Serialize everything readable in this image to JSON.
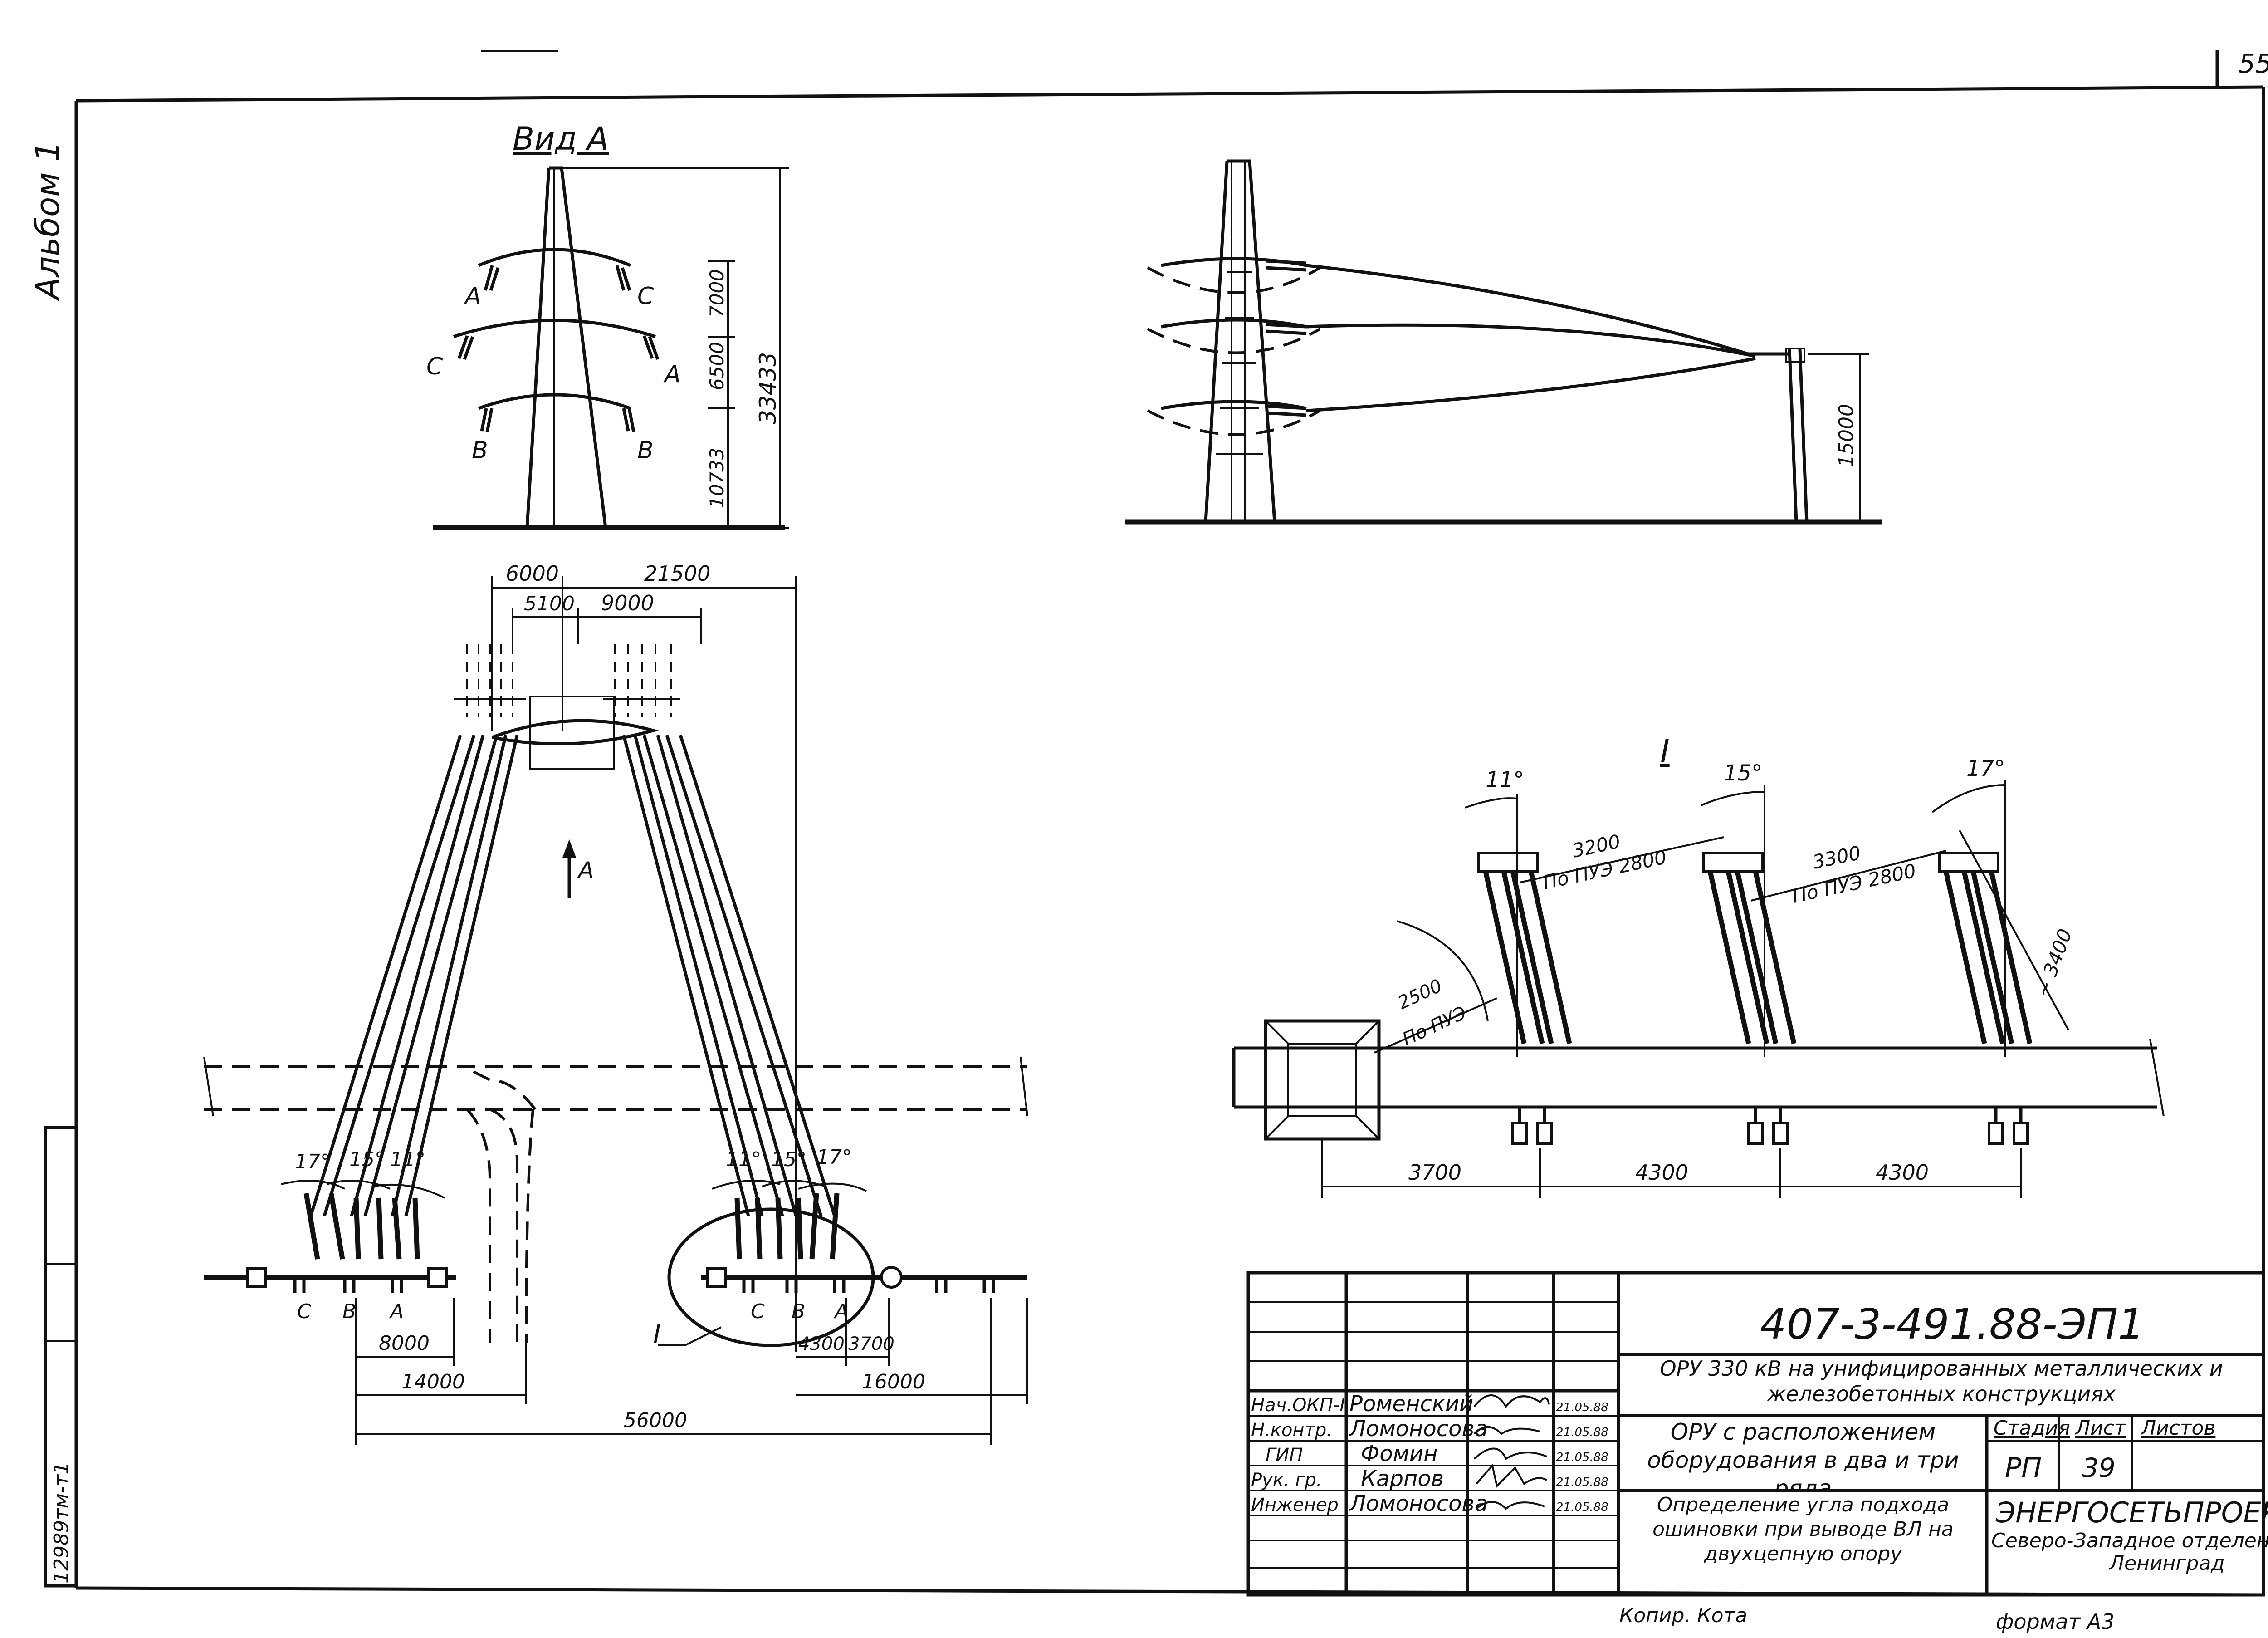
{
  "sheet": {
    "page_number": "55",
    "album_label": "Альбом 1",
    "inventory_no": "12989тм-т1",
    "copy_label": "Копир. Кота",
    "format_label": "формат А3"
  },
  "view_a": {
    "title": "Вид А",
    "phase_labels": [
      "A",
      "C",
      "C",
      "A",
      "B",
      "B"
    ],
    "dims": [
      "7000",
      "6500",
      "10733",
      "33433"
    ]
  },
  "side_view": {
    "dims": [
      "15000"
    ]
  },
  "plan": {
    "dims_top": [
      "6000",
      "21500",
      "5100",
      "9000"
    ],
    "arrow_label": "А",
    "angles_left": [
      "17°",
      "15°",
      "11°"
    ],
    "angles_right": [
      "11°",
      "15°",
      "17°"
    ],
    "phases_left": [
      "С",
      "В",
      "А"
    ],
    "phases_right": [
      "С",
      "В",
      "А"
    ],
    "dims_bottom": [
      "8000",
      "14000",
      "56000",
      "4300",
      "3700",
      "16000"
    ],
    "callout": "I"
  },
  "detail_i": {
    "title": "I",
    "angles": [
      "11°",
      "15°",
      "17°"
    ],
    "dim_3200": "3200",
    "pue_2800_a": "По ПУЭ 2800",
    "dim_3300": "3300",
    "pue_2800_b": "По ПУЭ 2800",
    "dim_2500": "2500",
    "pue": "По ПУЭ",
    "dim_3400": "~ 3400",
    "dims_bottom": [
      "3700",
      "4300",
      "4300"
    ]
  },
  "title_block": {
    "doc_code": "407-3-491.88-ЭП1",
    "project_title": "ОРУ 330 кВ на унифицированных металлических и железобетонных конструкциях",
    "sheet_title": "ОРУ с расположением оборудования в два и три ряда",
    "drawing_title": "Определение угла подхода ошиновки при выводе ВЛ на двухцепную опору",
    "stage_header": "Стадия",
    "sheet_header": "Лист",
    "sheets_header": "Листов",
    "stage": "РП",
    "sheet_no": "39",
    "org_name": "ЭНЕРГОСЕТЬПРОЕКТ",
    "org_branch": "Северо-Западное отделение",
    "org_city": "Ленинград",
    "roles": [
      {
        "role": "Нач.ОКП-I",
        "name": "Роменский",
        "date": "21.05.88"
      },
      {
        "role": "Н.контр.",
        "name": "Ломоносова",
        "date": "21.05.88"
      },
      {
        "role": "ГИП",
        "name": "Фомин",
        "date": "21.05.88"
      },
      {
        "role": "Рук. гр.",
        "name": "Карпов",
        "date": "21.05.88"
      },
      {
        "role": "Инженер",
        "name": "Ломоносова",
        "date": "21.05.88"
      }
    ]
  }
}
